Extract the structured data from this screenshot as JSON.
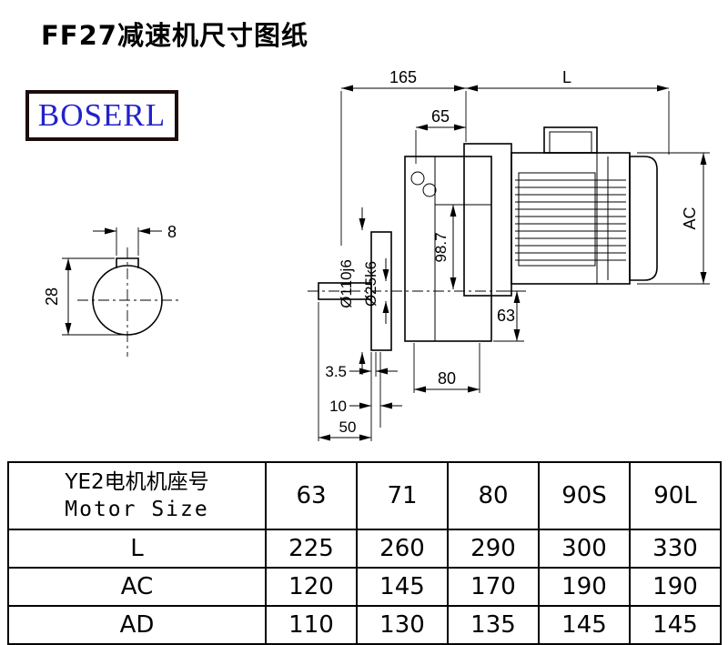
{
  "page": {
    "title": "FF27减速机尺寸图纸",
    "brand": "BOSERL"
  },
  "drawing": {
    "dim_165": "165",
    "dim_L": "L",
    "dim_65": "65",
    "dim_AC": "AC",
    "dim_8": "8",
    "dim_28": "28",
    "dim_flange_dia": "Ø110j6",
    "dim_shaft_dia": "Ø25k6",
    "dim_center_height": "98.7",
    "dim_63": "63",
    "dim_3_5": "3.5",
    "dim_80": "80",
    "dim_10": "10",
    "dim_50": "50"
  },
  "table": {
    "header": {
      "line1": "YE2电机机座号",
      "line2": "Motor Size"
    },
    "motor_sizes": [
      "63",
      "71",
      "80",
      "90S",
      "90L"
    ],
    "rows": [
      {
        "label": "L",
        "values": [
          "225",
          "260",
          "290",
          "300",
          "330"
        ]
      },
      {
        "label": "AC",
        "values": [
          "120",
          "145",
          "170",
          "190",
          "190"
        ]
      },
      {
        "label": "AD",
        "values": [
          "110",
          "130",
          "135",
          "145",
          "145"
        ]
      }
    ]
  },
  "colors": {
    "brand_blue": "#2222cc",
    "line_black": "#000000"
  }
}
